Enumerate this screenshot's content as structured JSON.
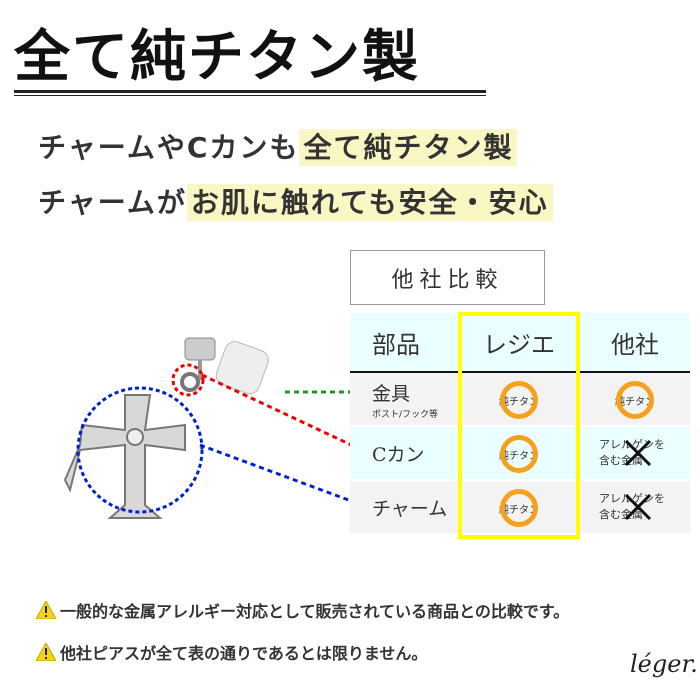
{
  "title": "全て純チタン製",
  "lines": [
    {
      "plain": "チャームやCカンも",
      "highlight": "全て純チタン製"
    },
    {
      "plain": "チャームが",
      "highlight": "お肌に触れても安全・安心"
    }
  ],
  "comparison_label": "他社比較",
  "table": {
    "headers": [
      "部品",
      "レジエ",
      "他社"
    ],
    "rows": [
      {
        "part": "金具",
        "sub": "ポスト/フック等",
        "leger": "純チタン",
        "other": "純チタン",
        "other_ok": true
      },
      {
        "part": "Cカン",
        "sub": "",
        "leger": "純チタン",
        "other": "アレルゲンを含む金属",
        "other_ok": false
      },
      {
        "part": "チャーム",
        "sub": "",
        "leger": "純チタン",
        "other": "アレルゲンを含む金属",
        "other_ok": false
      }
    ],
    "highlight_color": "#ffff00",
    "ok_mark_color": "#f5a11c"
  },
  "notes": [
    "一般的な金属アレルギー対応として販売されている商品との比較です。",
    "他社ピアスが全て表の通りであるとは限りません。"
  ],
  "logo": "léger."
}
